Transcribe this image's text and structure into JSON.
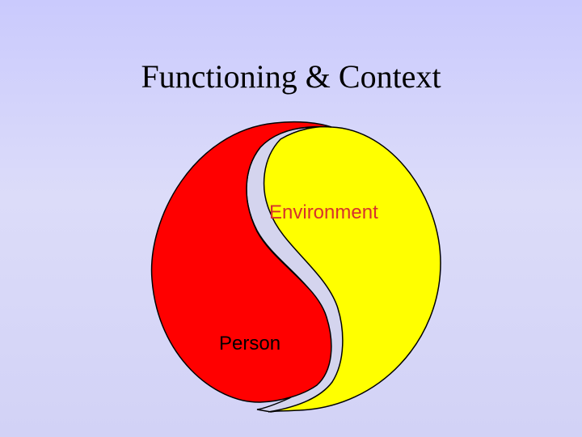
{
  "slide": {
    "title": "Functioning & Context"
  },
  "diagram": {
    "person_label": "Person",
    "environment_label": "Environment",
    "colors": {
      "person": "#ff0000",
      "environment": "#ffff00",
      "gap": "#d4d4ee",
      "outline": "#000000",
      "environment_text": "#d6322c",
      "person_text": "#000000"
    }
  }
}
